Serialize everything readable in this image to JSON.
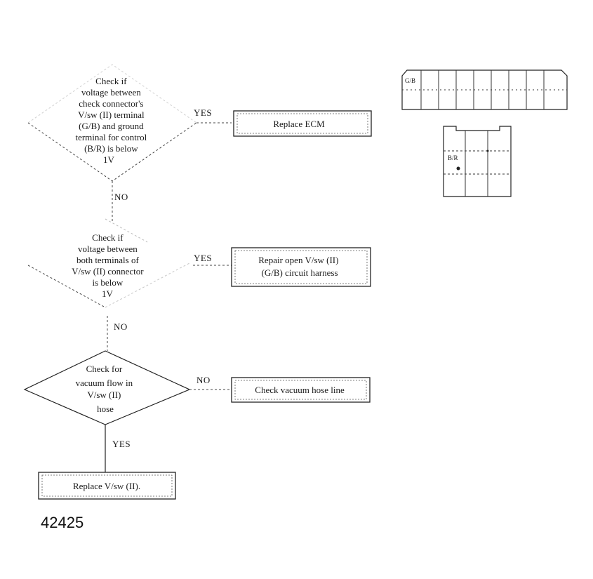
{
  "flowchart": {
    "decision1": {
      "lines": [
        "Check if",
        "voltage between",
        "check connector's",
        "V/sw (II) terminal",
        "(G/B) and ground",
        "terminal for control",
        "(B/R) is below",
        "1V"
      ],
      "yes_label": "YES",
      "no_label": "NO"
    },
    "action1": {
      "lines": [
        "Replace ECM"
      ]
    },
    "decision2": {
      "lines": [
        "Check if",
        "voltage between",
        "both terminals of",
        "V/sw (II) connector",
        "is below",
        "1V"
      ],
      "yes_label": "YES",
      "no_label": "NO"
    },
    "action2": {
      "lines": [
        "Repair open V/sw (II)",
        "(G/B) circuit harness"
      ]
    },
    "decision3": {
      "lines": [
        "Check for",
        "vacuum flow in",
        "V/sw (II)",
        "hose"
      ],
      "yes_label": "YES",
      "no_label": "NO"
    },
    "action3": {
      "lines": [
        "Check vacuum hose line"
      ]
    },
    "action4": {
      "lines": [
        "Replace V/sw (II)."
      ]
    }
  },
  "connector_top": {
    "label": "G/B"
  },
  "connector_bottom": {
    "label": "B/R"
  },
  "figure_number": "42425"
}
